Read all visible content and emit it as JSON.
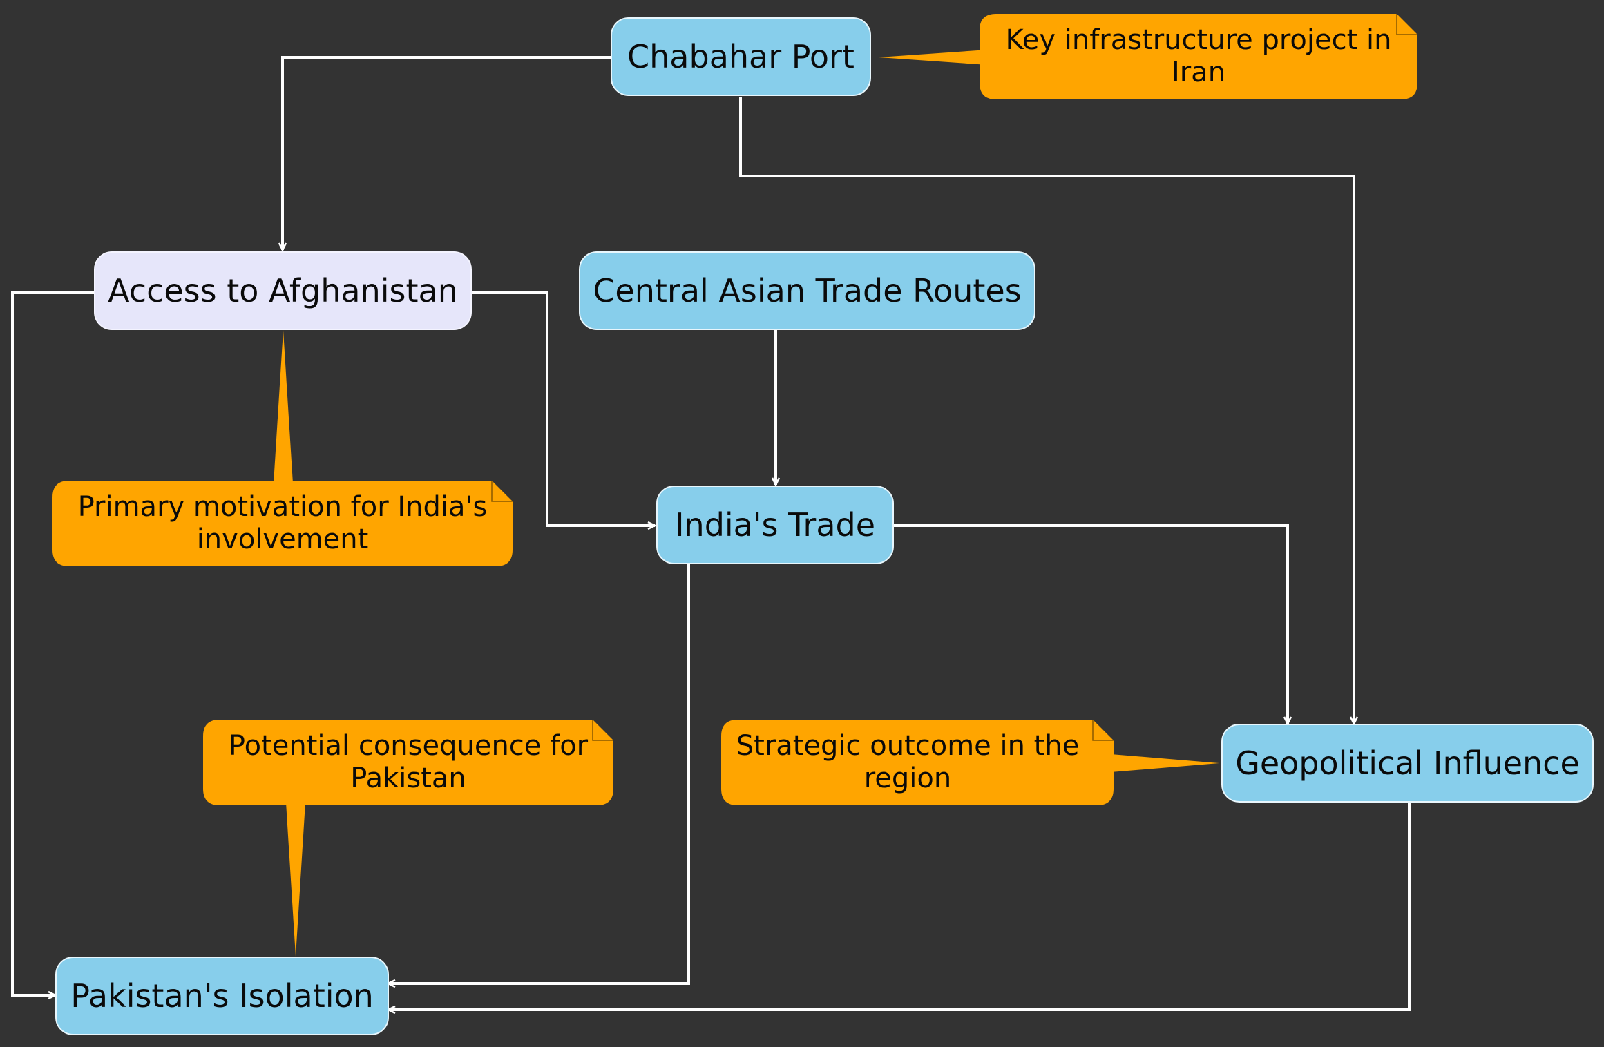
{
  "nodes": {
    "chabahar": "Chabahar Port",
    "afghanistan": "Access to Afghanistan",
    "central_asia": "Central Asian Trade Routes",
    "india_trade": "India's Trade",
    "geopolitical": "Geopolitical Influence",
    "pakistan": "Pakistan's Isolation"
  },
  "notes": {
    "chabahar_note": "Key infrastructure project in Iran",
    "afghanistan_note": "Primary motivation for India's involvement",
    "geopolitical_note": "Strategic outcome in the region",
    "pakistan_note": "Potential consequence for Pakistan"
  },
  "colors": {
    "background": "#333333",
    "node_fill": "#87CEEB",
    "highlight_node_fill": "#E6E6FA",
    "note_fill": "#FFA500",
    "edge_color": "#FFFFFF"
  }
}
